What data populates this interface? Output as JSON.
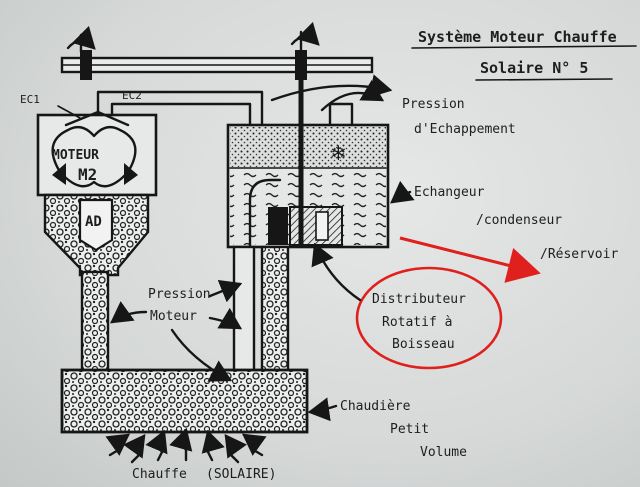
{
  "title": {
    "line1": "Système Moteur Chauffe",
    "line2": "Solaire N° 5"
  },
  "labels": {
    "ec1": "EC1",
    "ec2": "EC2",
    "moteur": "MOTEUR",
    "m2": "M2",
    "ad": "AD",
    "pression_echappement_1": "Pression",
    "pression_echappement_2": "d'Echappement",
    "echangeur_1": "Echangeur",
    "echangeur_2": "/condenseur",
    "echangeur_3": "/Réservoir",
    "pression_moteur_1": "Pression",
    "pression_moteur_2": "Moteur",
    "distributeur_1": "Distributeur",
    "distributeur_2": "Rotatif à",
    "distributeur_3": "Boisseau",
    "chaudiere_1": "Chaudière",
    "chaudiere_2": "Petit",
    "chaudiere_3": "Volume",
    "chauffe": "Chauffe",
    "solaire": "(SOLAIRE)"
  },
  "colors": {
    "ink": "#161616",
    "highlight": "#e0201c",
    "paper": "#d9dcdb"
  }
}
